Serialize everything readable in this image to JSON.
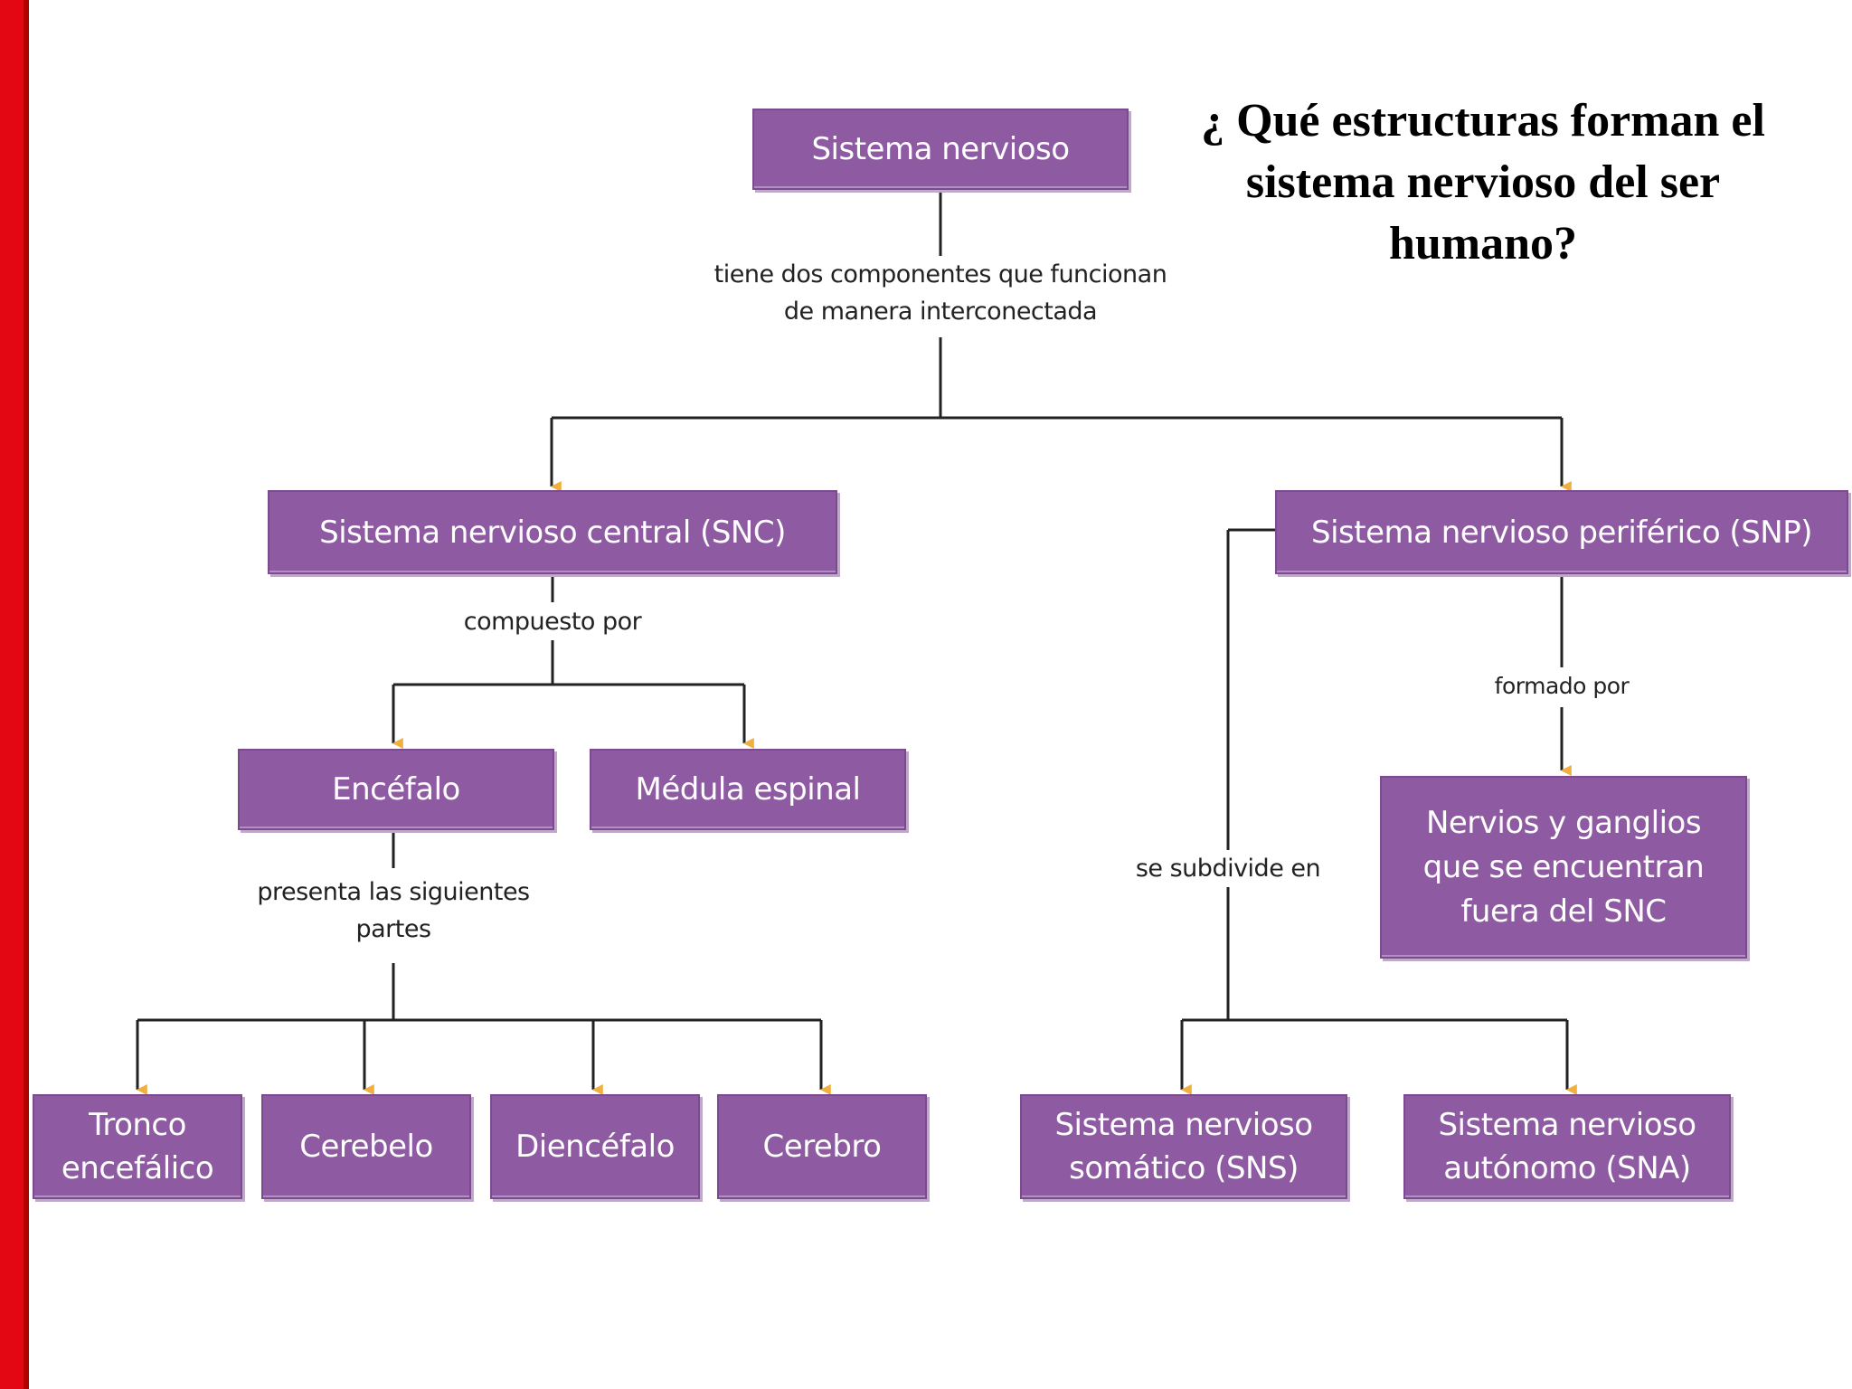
{
  "title": "¿ Qué estructuras forman el sistema nervioso del ser humano?",
  "colors": {
    "box_fill": "#8e5ba3",
    "arrow": "#f0b040",
    "accent_bar": "#e30613"
  },
  "nodes": {
    "root": "Sistema nervioso",
    "snc": "Sistema nervioso central (SNC)",
    "snp": "Sistema nervioso periférico (SNP)",
    "encefalo": "Encéfalo",
    "medula": "Médula espinal",
    "nervios": "Nervios y ganglios que se encuentran fuera del SNC",
    "tronco": "Tronco encefálico",
    "cerebelo": "Cerebelo",
    "diencefalo": "Diencéfalo",
    "cerebro": "Cerebro",
    "sns": "Sistema nervioso somático (SNS)",
    "sna": "Sistema nervioso autónomo (SNA)"
  },
  "links": {
    "root_children": "tiene dos componentes que funcionan de manera interconectada",
    "snc_children": "compuesto por",
    "snp_nervios": "formado por",
    "snp_subdivide": "se subdivide en",
    "encefalo_parts": "presenta las siguientes partes"
  }
}
